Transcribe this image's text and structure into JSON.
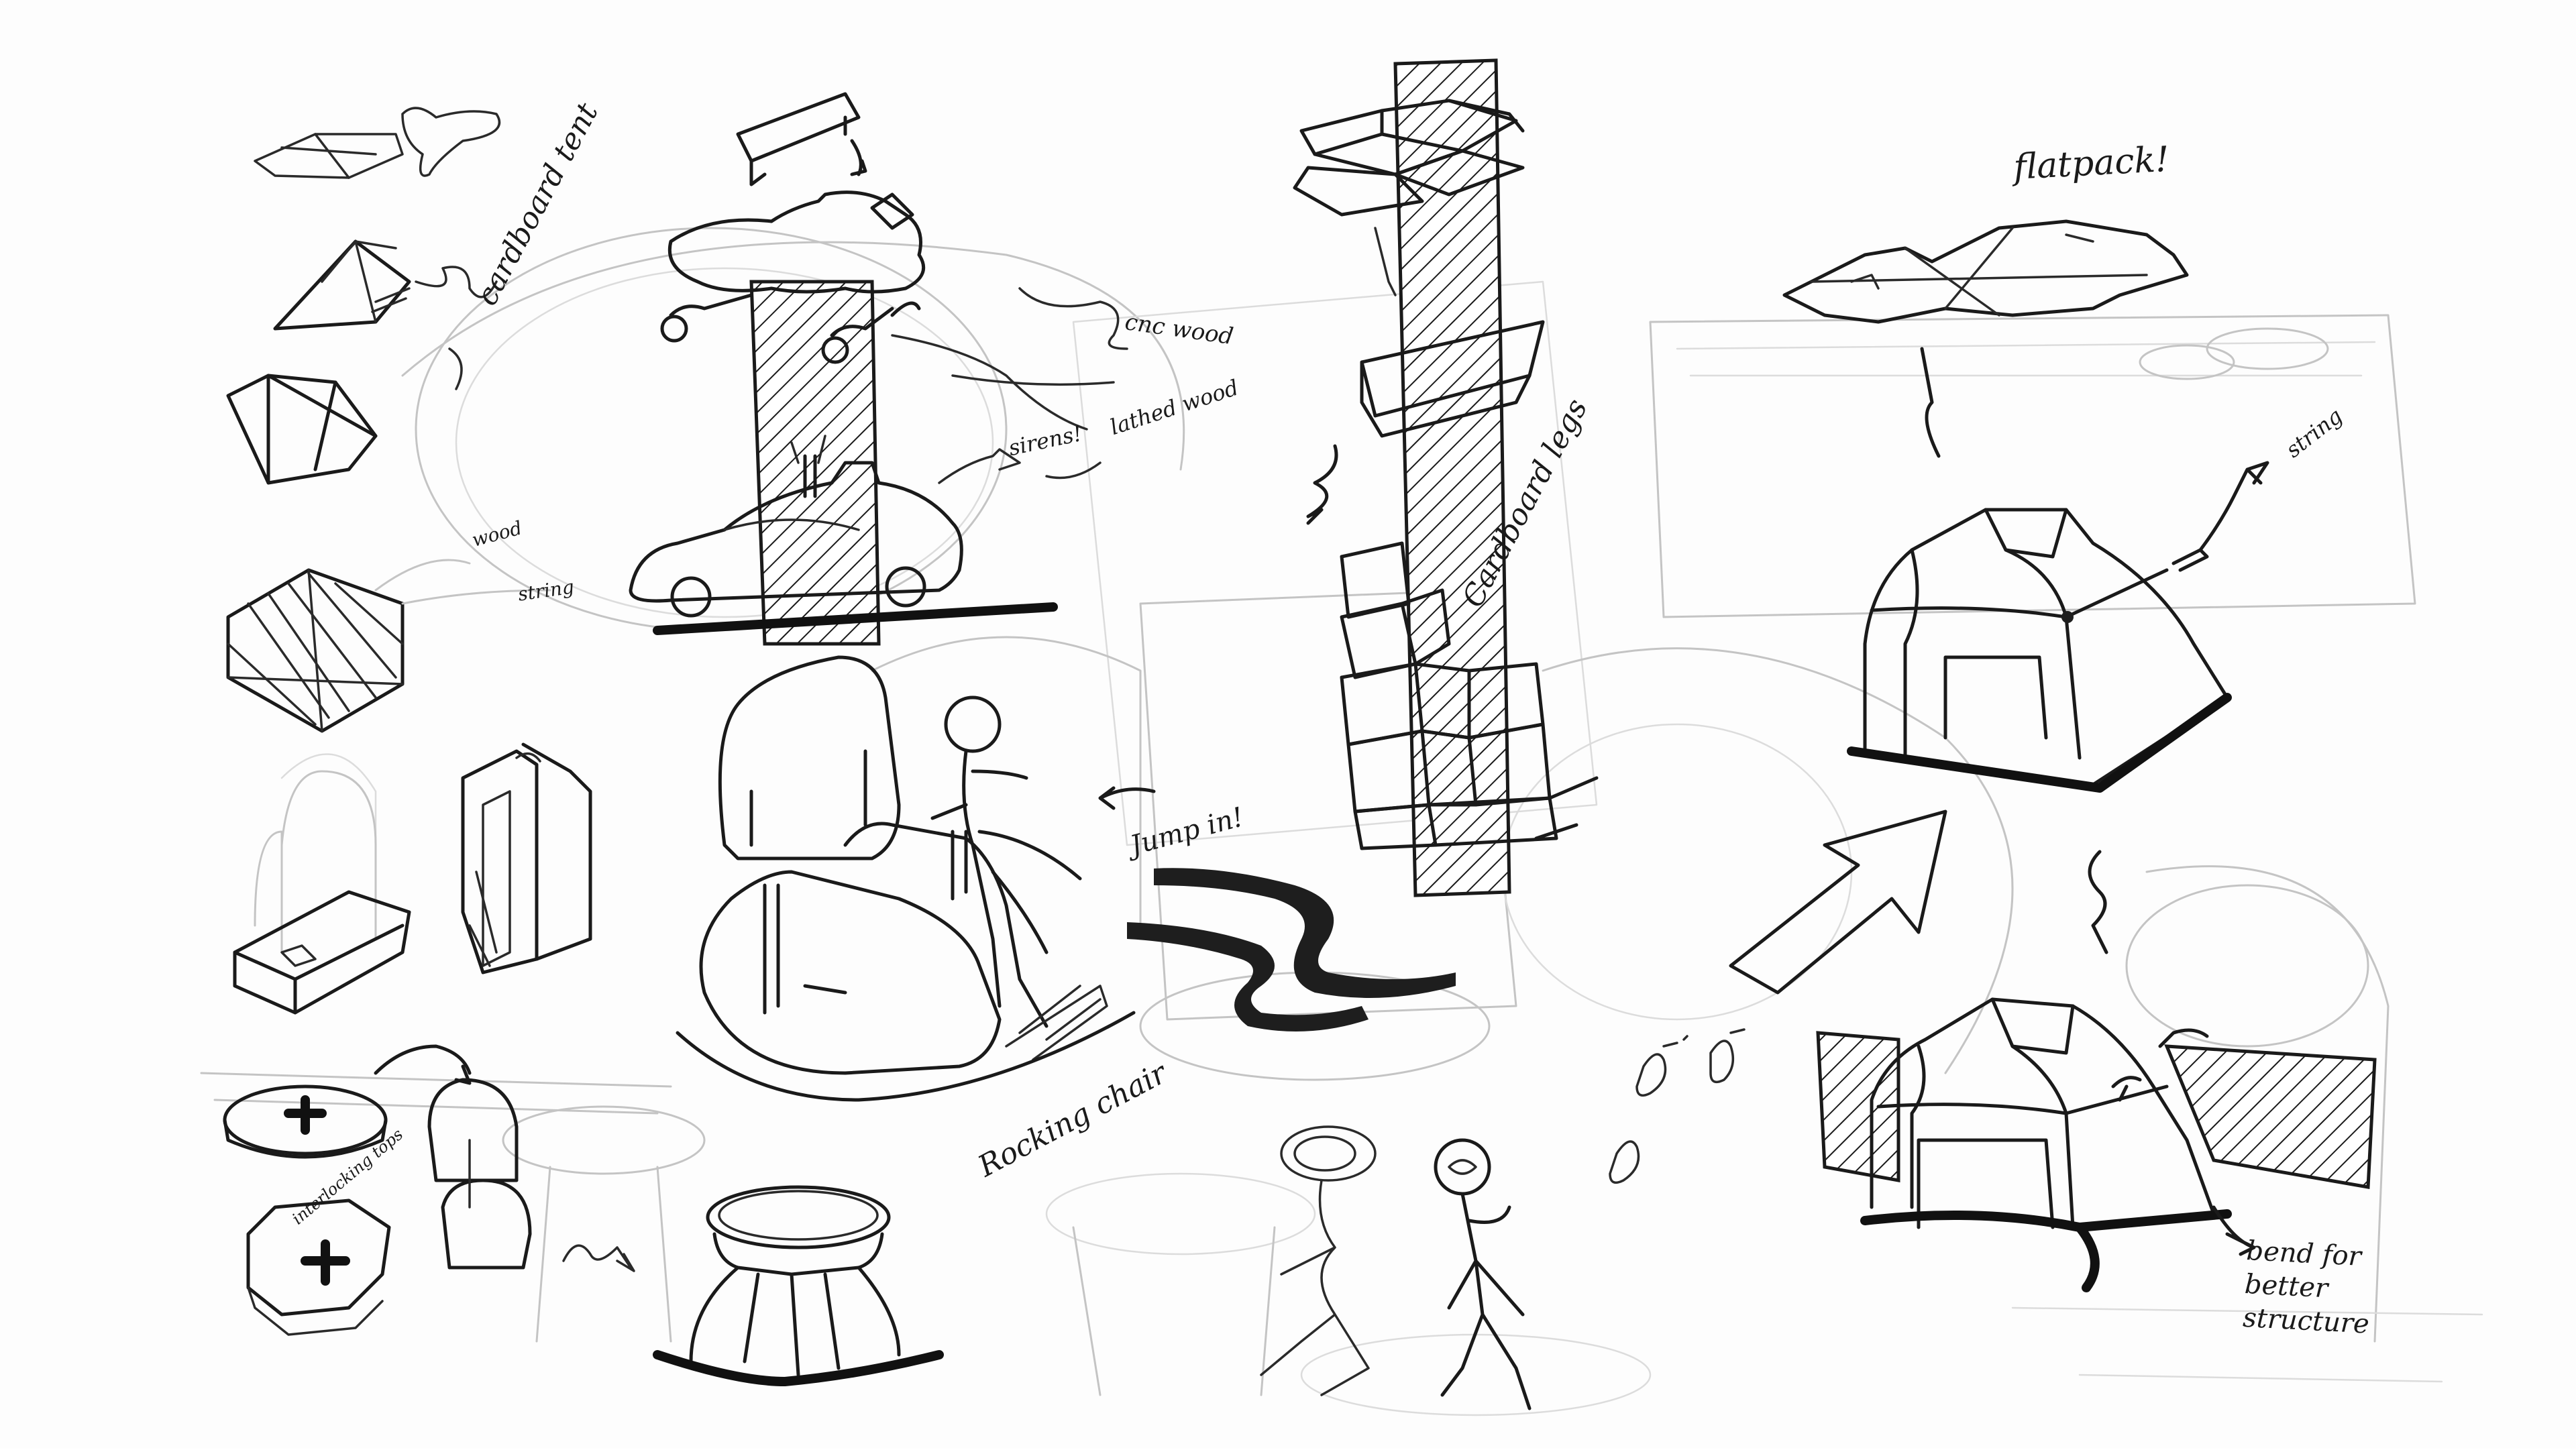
{
  "annotations": {
    "cardboard_tent": "cardboard tent",
    "cnc_wood": "cnc wood",
    "lathed_wood": "lathed wood",
    "sirens": "sirens!",
    "wood": "wood",
    "string_left": "string",
    "jump_in": "Jump in!",
    "rocking_chair": "Rocking chair",
    "cardboard_legs": "Cardboard legs",
    "flatpack": "flatpack!",
    "string_right": "string",
    "interlocking_tops": "interlocking tops",
    "bend_for_structure": "bend for better structure"
  },
  "colors": {
    "ink": "#1a1a1a",
    "pencil": "#c4c4c4",
    "paper": "#fdfdfd"
  }
}
